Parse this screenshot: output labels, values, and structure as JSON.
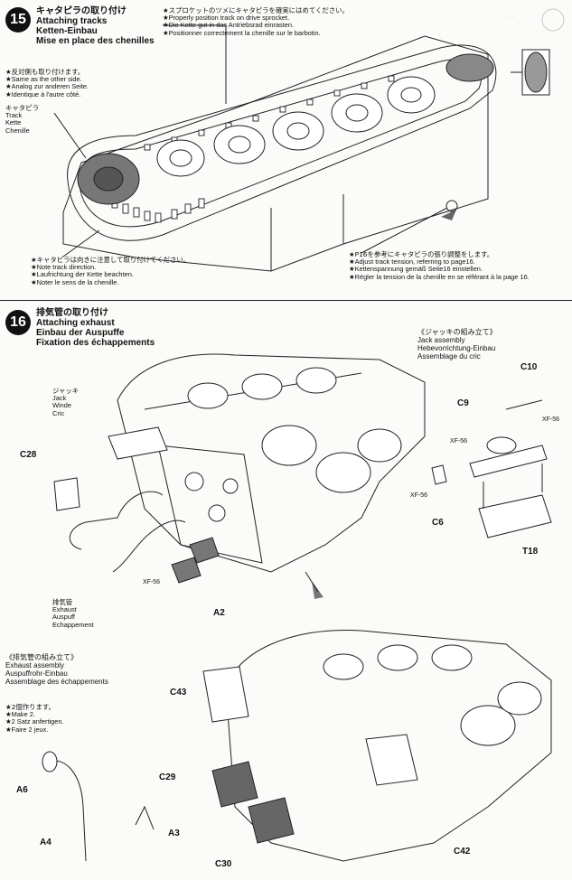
{
  "step15": {
    "number": "15",
    "title": {
      "ja": "キャタピラの取り付け",
      "en": "Attaching tracks",
      "de": "Ketten-Einbau",
      "fr": "Mise en place des chenilles"
    },
    "sprocket_note": [
      "★スプロケットのツメにキャタピラを確実にはめてください。",
      "★Properly position track on drive sprocket.",
      "★Die Kette gut in das Antriebsrad einrasten.",
      "★Positionner correctement la chenille sur le barbotin."
    ],
    "other_side_note": [
      "★反対側も取り付けます。",
      "★Same as the other side.",
      "★Analog zur anderen Seite.",
      "★Identique à l'autre côté."
    ],
    "track_label": [
      "キャタピラ",
      "Track",
      "Kette",
      "Chenille"
    ],
    "direction_note": [
      "★キャタピラは向きに注意して取り付けてください。",
      "★Note track direction.",
      "★Laufrichtung der Kette beachten.",
      "★Noter le sens de la chenille."
    ],
    "tension_note": [
      "★P16を参考にキャタピラの張り調整をします。",
      "★Adjust track tension, referring to page16.",
      "★Kettenspannung gemäß Seite16 einstellen.",
      "★Régler la tension de la chenille en se référant à la page 16."
    ]
  },
  "step16": {
    "number": "16",
    "title": {
      "ja": "排気管の取り付け",
      "en": "Attaching exhaust",
      "de": "Einbau der Auspuffe",
      "fr": "Fixation des échappements"
    },
    "jack_label": [
      "ジャッキ",
      "Jack",
      "Winde",
      "Cric"
    ],
    "exhaust_label": [
      "排気管",
      "Exhaust",
      "Auspuff",
      "Echappement"
    ],
    "jack_assembly": [
      "《ジャッキの組み立て》",
      "Jack assembly",
      "Hebevorrichtung-Einbau",
      "Assemblage du cric"
    ],
    "exhaust_assembly": [
      "《排気管の組み立て》",
      "Exhaust assembly",
      "Auspuffrohr-Einbau",
      "Assemblage des échappements"
    ],
    "make_two": [
      "★2個作ります。",
      "★Make 2.",
      "★2 Satz anfertigen.",
      "★Faire 2 jeux."
    ],
    "parts": {
      "c10": "C10",
      "c9": "C9",
      "xf56": "XF-56",
      "c6": "C6",
      "t18": "T18",
      "c28": "C28",
      "a2": "A2",
      "a6": "A6",
      "a4": "A4",
      "a3": "A3",
      "c43": "C43",
      "c29": "C29",
      "c30": "C30",
      "c42": "C42"
    }
  }
}
